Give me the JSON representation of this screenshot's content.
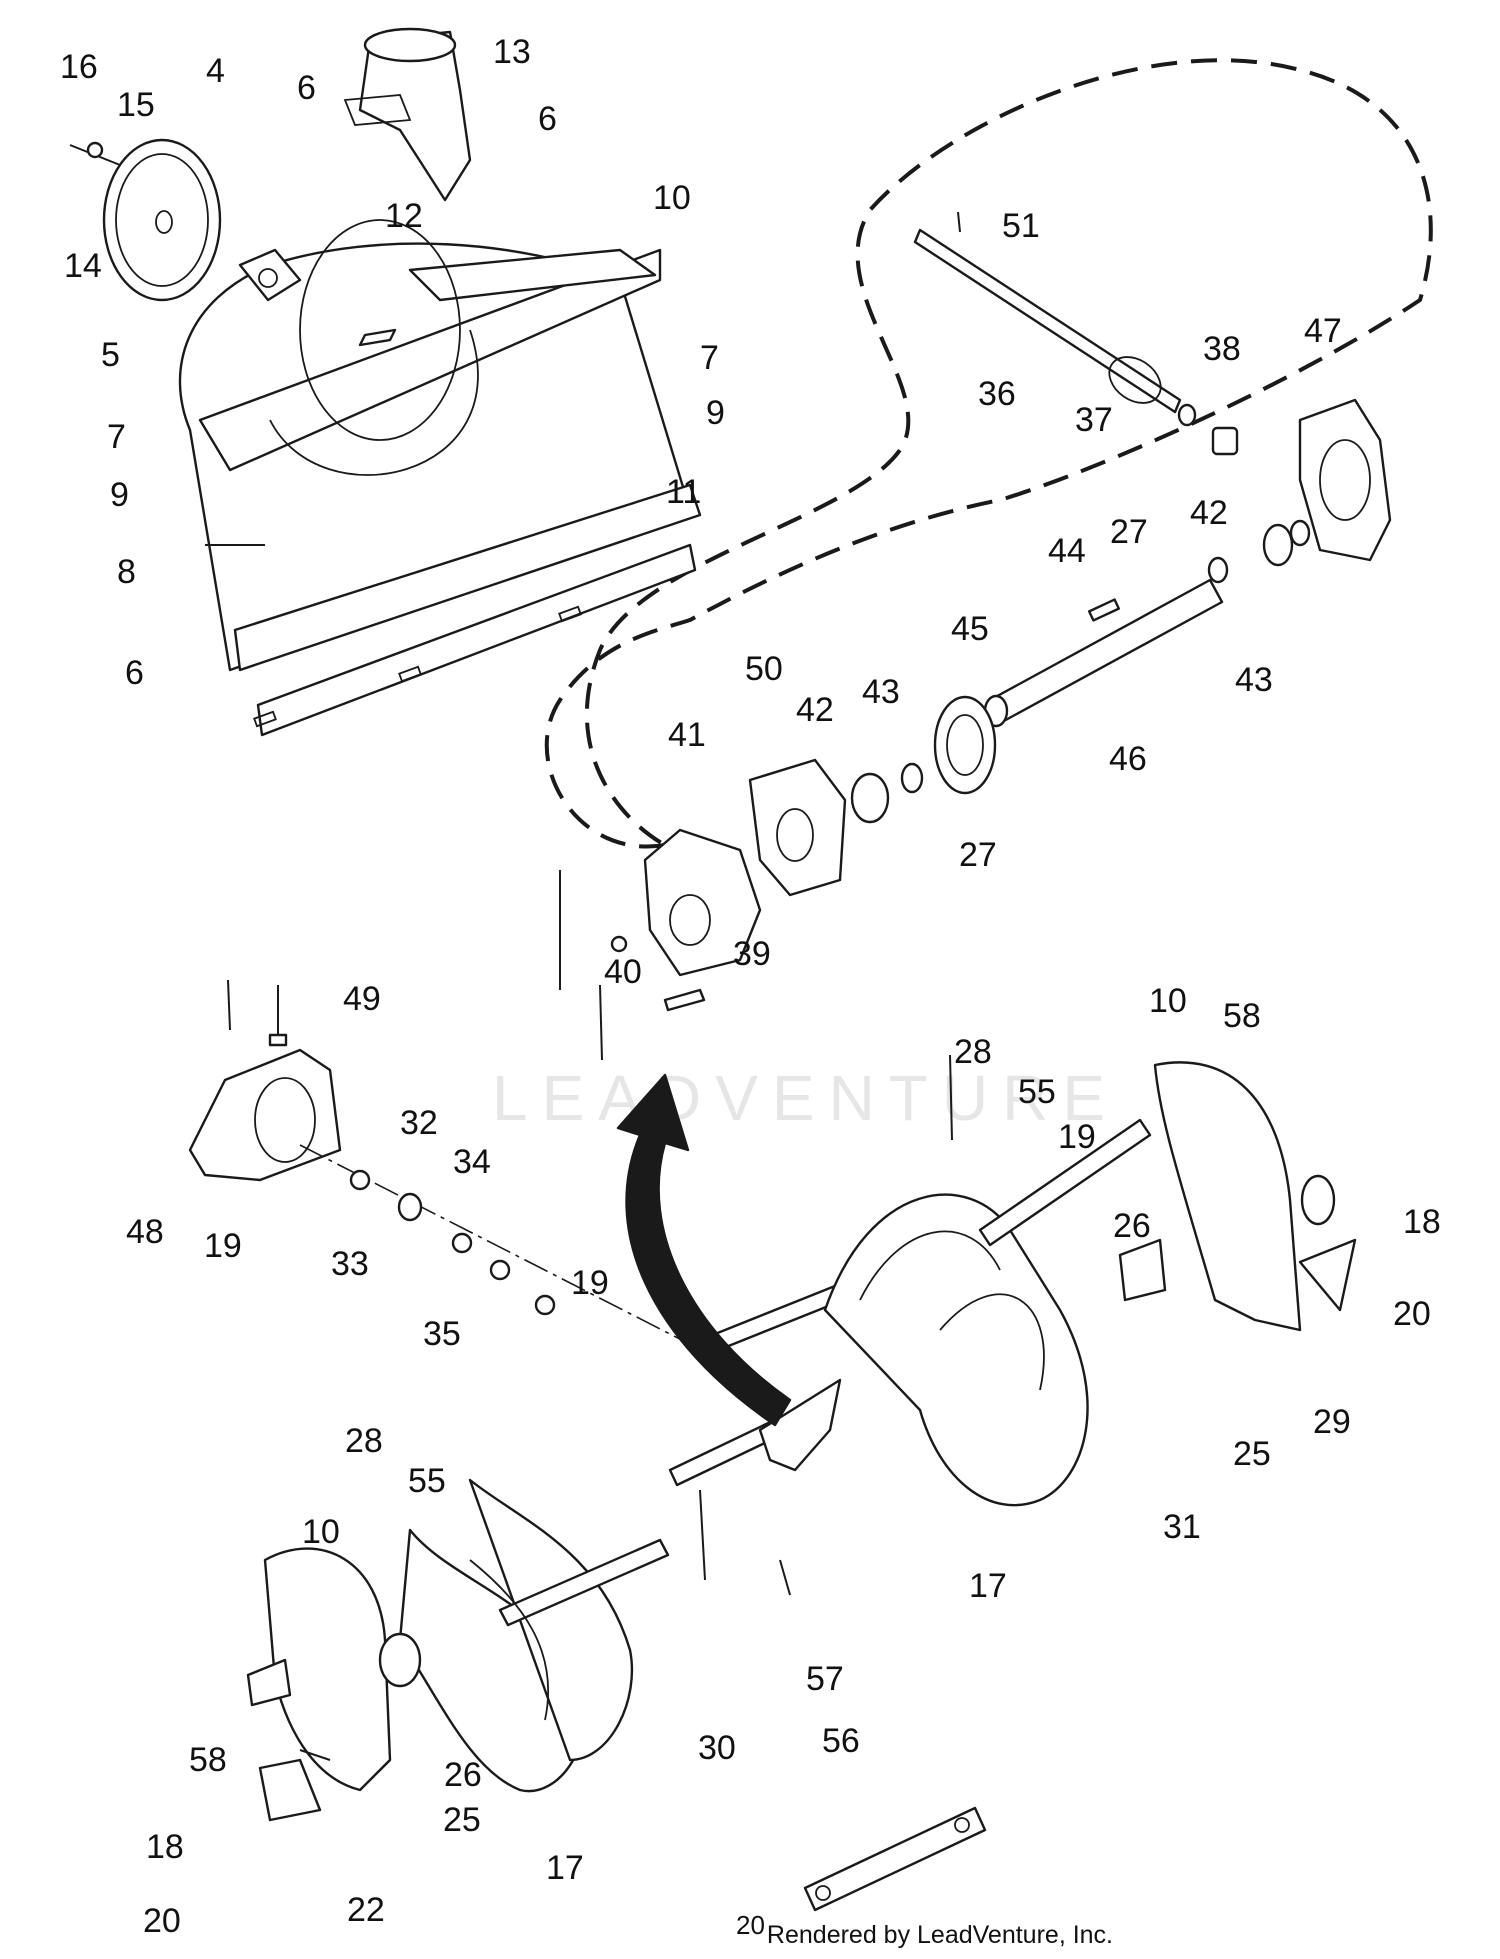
{
  "diagram": {
    "page_number": "20",
    "rendered_by": "Rendered by LeadVenture, Inc.",
    "watermark": "LEADVENTURE",
    "callouts": [
      {
        "id": "c16a",
        "label": "16"
      },
      {
        "id": "c15a",
        "label": "15"
      },
      {
        "id": "c4a",
        "label": "4"
      },
      {
        "id": "c6a",
        "label": "6"
      },
      {
        "id": "c13a",
        "label": "13"
      },
      {
        "id": "c6b",
        "label": "6"
      },
      {
        "id": "c14a",
        "label": "14"
      },
      {
        "id": "c12a",
        "label": "12"
      },
      {
        "id": "c10a",
        "label": "10"
      },
      {
        "id": "c5a",
        "label": "5"
      },
      {
        "id": "c7a",
        "label": "7"
      },
      {
        "id": "c9a",
        "label": "9"
      },
      {
        "id": "c7b",
        "label": "7"
      },
      {
        "id": "c9b",
        "label": "9"
      },
      {
        "id": "c11a",
        "label": "11"
      },
      {
        "id": "c8a",
        "label": "8"
      },
      {
        "id": "c6c",
        "label": "6"
      },
      {
        "id": "c51a",
        "label": "51"
      },
      {
        "id": "c36a",
        "label": "36"
      },
      {
        "id": "c47a",
        "label": "47"
      },
      {
        "id": "c38a",
        "label": "38"
      },
      {
        "id": "c37a",
        "label": "37"
      },
      {
        "id": "c42a",
        "label": "42"
      },
      {
        "id": "c44a",
        "label": "44"
      },
      {
        "id": "c27a",
        "label": "27"
      },
      {
        "id": "c43a",
        "label": "43"
      },
      {
        "id": "c45a",
        "label": "45"
      },
      {
        "id": "c50a",
        "label": "50"
      },
      {
        "id": "c42b",
        "label": "42"
      },
      {
        "id": "c43b",
        "label": "43"
      },
      {
        "id": "c41a",
        "label": "41"
      },
      {
        "id": "c46a",
        "label": "46"
      },
      {
        "id": "c27b",
        "label": "27"
      },
      {
        "id": "c40a",
        "label": "40"
      },
      {
        "id": "c39a",
        "label": "39"
      },
      {
        "id": "c49a",
        "label": "49"
      },
      {
        "id": "c28a",
        "label": "28"
      },
      {
        "id": "c55a",
        "label": "55"
      },
      {
        "id": "c10b",
        "label": "10"
      },
      {
        "id": "c58a",
        "label": "58"
      },
      {
        "id": "c32a",
        "label": "32"
      },
      {
        "id": "c34a",
        "label": "34"
      },
      {
        "id": "c19a",
        "label": "19"
      },
      {
        "id": "c18a",
        "label": "18"
      },
      {
        "id": "c48a",
        "label": "48"
      },
      {
        "id": "c19b",
        "label": "19"
      },
      {
        "id": "c33a",
        "label": "33"
      },
      {
        "id": "c26a",
        "label": "26"
      },
      {
        "id": "c20a",
        "label": "20"
      },
      {
        "id": "c35a",
        "label": "35"
      },
      {
        "id": "c19c",
        "label": "19"
      },
      {
        "id": "c29a",
        "label": "29"
      },
      {
        "id": "c25a",
        "label": "25"
      },
      {
        "id": "c28b",
        "label": "28"
      },
      {
        "id": "c55b",
        "label": "55"
      },
      {
        "id": "c31a",
        "label": "31"
      },
      {
        "id": "c10c",
        "label": "10"
      },
      {
        "id": "c17a",
        "label": "17"
      },
      {
        "id": "c57a",
        "label": "57"
      },
      {
        "id": "c30a",
        "label": "30"
      },
      {
        "id": "c56a",
        "label": "56"
      },
      {
        "id": "c58b",
        "label": "58"
      },
      {
        "id": "c26b",
        "label": "26"
      },
      {
        "id": "c18b",
        "label": "18"
      },
      {
        "id": "c25b",
        "label": "25"
      },
      {
        "id": "c17b",
        "label": "17"
      },
      {
        "id": "c20b",
        "label": "20"
      },
      {
        "id": "c22a",
        "label": "22"
      }
    ]
  }
}
